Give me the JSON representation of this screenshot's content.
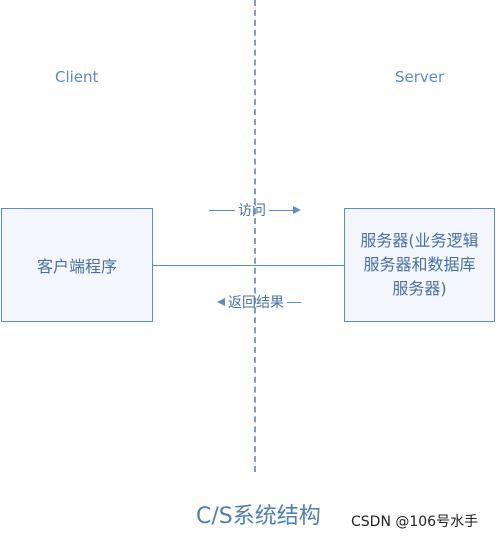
{
  "labels": {
    "client": "Client",
    "server": "Server"
  },
  "boxes": {
    "client": "客户端程序",
    "server_lines": [
      "服务器(业务逻辑",
      "服务器和数据库",
      "服务器)"
    ]
  },
  "arrows": {
    "request": "访问",
    "response": "返回结果"
  },
  "title": "C/S系统结构",
  "watermark": "CSDN @106号水手"
}
